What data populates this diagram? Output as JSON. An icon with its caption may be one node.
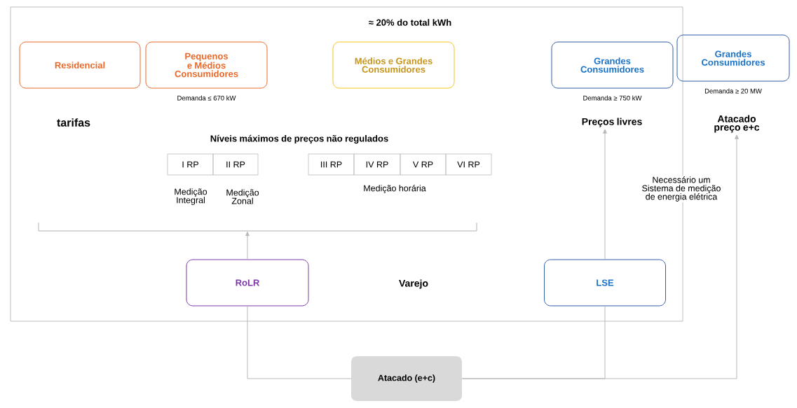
{
  "diagram": {
    "nodes": [
      {
        "text": [
          "≈ 20% do total kWh",
          "Varejo"
        ]
      },
      {
        "text": [
          "Residencial"
        ],
        "in": 0
      },
      {
        "text": [
          "Pequenos e Médios Consumidores"
        ],
        "in": 0,
        "beside": [
          "Demanda ≤ 670 kW"
        ]
      },
      {
        "text": [
          "Médios e Grandes Consumidores"
        ],
        "in": 0
      },
      {
        "text": [
          "Grandes Consumidores"
        ],
        "in": 0,
        "beside": [
          "Demanda ≥ 750 kW"
        ]
      },
      {
        "text": [
          "Grandes Consumidores"
        ],
        "beside": [
          "Demanda ≥ 20 MW"
        ]
      },
      {
        "text": [
          "Preços livres"
        ],
        "in": 0
      },
      {
        "text": [
          "Atacado preço e+c"
        ]
      },
      {
        "text": [
          "I RP"
        ],
        "in": 0
      },
      {
        "text": [
          "II RP"
        ],
        "in": 0
      },
      {
        "text": [
          "III RP"
        ],
        "in": 0
      },
      {
        "text": [
          "IV RP"
        ],
        "in": 0
      },
      {
        "text": [
          "V RP"
        ],
        "in": 0
      },
      {
        "text": [
          "VI RP"
        ],
        "in": 0
      },
      {
        "text": [],
        "shape": "bracket",
        "in": 0
      },
      {
        "text": [
          "RoLR"
        ],
        "in": 0
      },
      {
        "text": [
          "LSE"
        ],
        "in": 0
      },
      {
        "text": [
          "Atacado (e+c)"
        ]
      }
    ],
    "edges": [
      {
        "from": 15,
        "to": 14,
        "arrow": "to"
      },
      {
        "from": 17,
        "to": 15,
        "arrow": "none"
      },
      {
        "from": 17,
        "to": 16,
        "arrow": "none"
      },
      {
        "from": 17,
        "to": 7,
        "arrow": "to"
      },
      {
        "from": 16,
        "to": 6,
        "arrow": "to"
      }
    ],
    "labels": [
      "tarifas",
      "Níveis máximos de preços não regulados",
      "Medição Integral",
      "Medição Zonal",
      "Medição horária",
      "Necessário um Sistema de medição de energia elétrica"
    ]
  }
}
